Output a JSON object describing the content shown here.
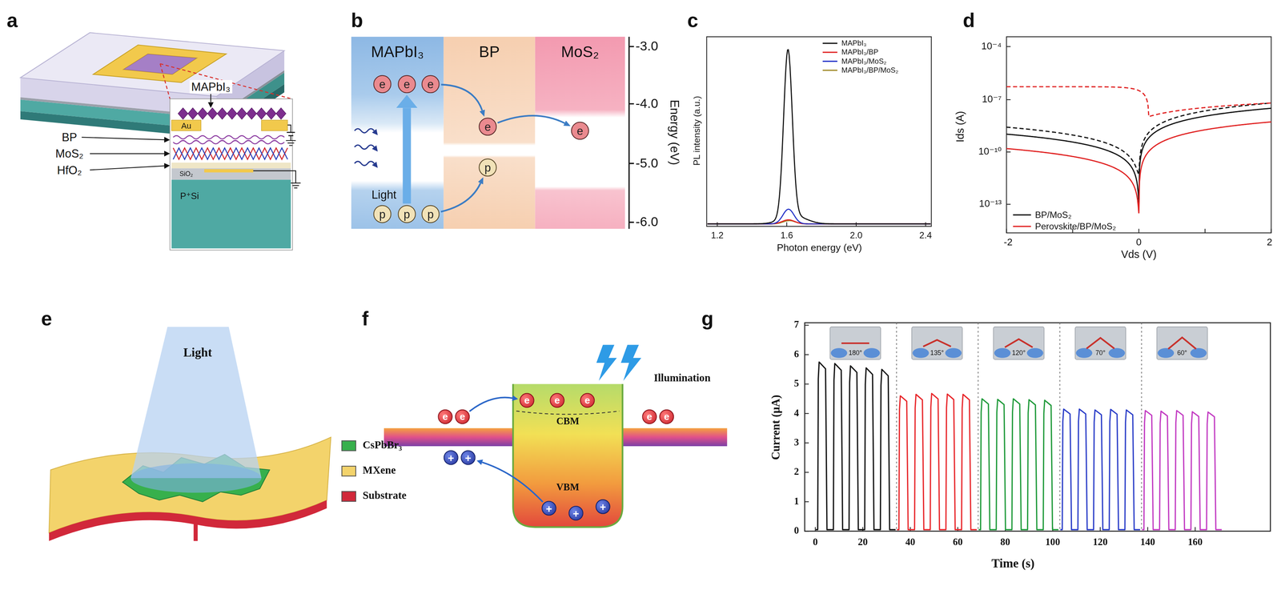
{
  "diagram": {
    "nodes": [
      {
        "text": [
          "MAPbI₃"
        ]
      },
      {
        "text": [
          "e"
        ],
        "in": 0
      },
      {
        "text": [
          "e"
        ],
        "in": 0
      },
      {
        "text": [
          "e"
        ],
        "in": 0
      },
      {
        "text": [
          "p"
        ],
        "in": 0
      },
      {
        "text": [
          "p"
        ],
        "in": 0
      },
      {
        "text": [
          "p"
        ],
        "in": 0
      },
      {
        "text": [
          "BP"
        ]
      },
      {
        "text": [
          "e"
        ],
        "in": 7
      },
      {
        "text": [
          "p"
        ],
        "in": 7
      },
      {
        "text": [
          "MoS₂"
        ]
      },
      {
        "text": [
          "e"
        ],
        "in": 10
      },
      {
        "text": [
          "e"
        ]
      },
      {
        "text": [
          "e"
        ]
      },
      {
        "text": [
          "e"
        ]
      },
      {
        "text": [
          "e"
        ]
      },
      {
        "text": [
          "e"
        ]
      },
      {
        "text": [
          "e"
        ]
      },
      {
        "text": [
          "e"
        ]
      },
      {
        "text": [
          "+"
        ]
      },
      {
        "text": [
          "+"
        ]
      },
      {
        "text": [
          "+"
        ]
      },
      {
        "text": [
          "+"
        ]
      },
      {
        "text": [
          "+"
        ]
      }
    ],
    "edges": [
      {
        "from": 3,
        "to": 8,
        "arrow": "to"
      },
      {
        "from": 8,
        "to": 11,
        "arrow": "to"
      },
      {
        "from": 6,
        "to": 9,
        "arrow": "to"
      },
      {
        "from": 5,
        "to": 2,
        "arrow": "to"
      },
      {
        "from": 13,
        "to": 14,
        "arrow": "to"
      },
      {
        "from": 21,
        "to": 20,
        "arrow": "to"
      }
    ],
    "labels": [
      "a",
      "b",
      "c",
      "d",
      "e",
      "f",
      "g",
      "MAPbI₃",
      "Au",
      "BP",
      "MoS₂",
      "HfO₂",
      "SiO₂",
      "P⁺Si",
      "Light",
      "-3.0",
      "-4.0",
      "-5.0",
      "-6.0",
      "Energy (eV)",
      "PL intensity (a.u.)",
      "1.2",
      "1.6",
      "2.0",
      "2.4",
      "Photon energy (eV)",
      "10⁻⁴",
      "10⁻⁷",
      "10⁻¹⁰",
      "10⁻¹³",
      "Ids (A)",
      "-2",
      "0",
      "2",
      "Vds (V)",
      "Light",
      "Illumination",
      "CBM",
      "VBM",
      "0",
      "1",
      "2",
      "3",
      "4",
      "5",
      "6",
      "7",
      "0",
      "20",
      "40",
      "60",
      "80",
      "100",
      "120",
      "140",
      "160",
      "Current (μA)",
      "Time (s)",
      "180°",
      "135°",
      "120°",
      "70°",
      "60°"
    ],
    "legend": [
      {
        "text": "MAPbI₃"
      },
      {
        "text": "MAPbI₃/BP"
      },
      {
        "text": "MAPbI₃/MoS₂"
      },
      {
        "text": "MAPbI₃/BP/MoS₂"
      },
      {
        "text": "BP/MoS₂"
      },
      {
        "text": "Perovskite/BP/MoS₂"
      },
      {
        "text": "CsPbBr₃",
        "color": "#37b04c"
      },
      {
        "text": "MXene",
        "color": "#f3d36b"
      },
      {
        "text": "Substrate",
        "color": "#d1283a"
      }
    ]
  }
}
